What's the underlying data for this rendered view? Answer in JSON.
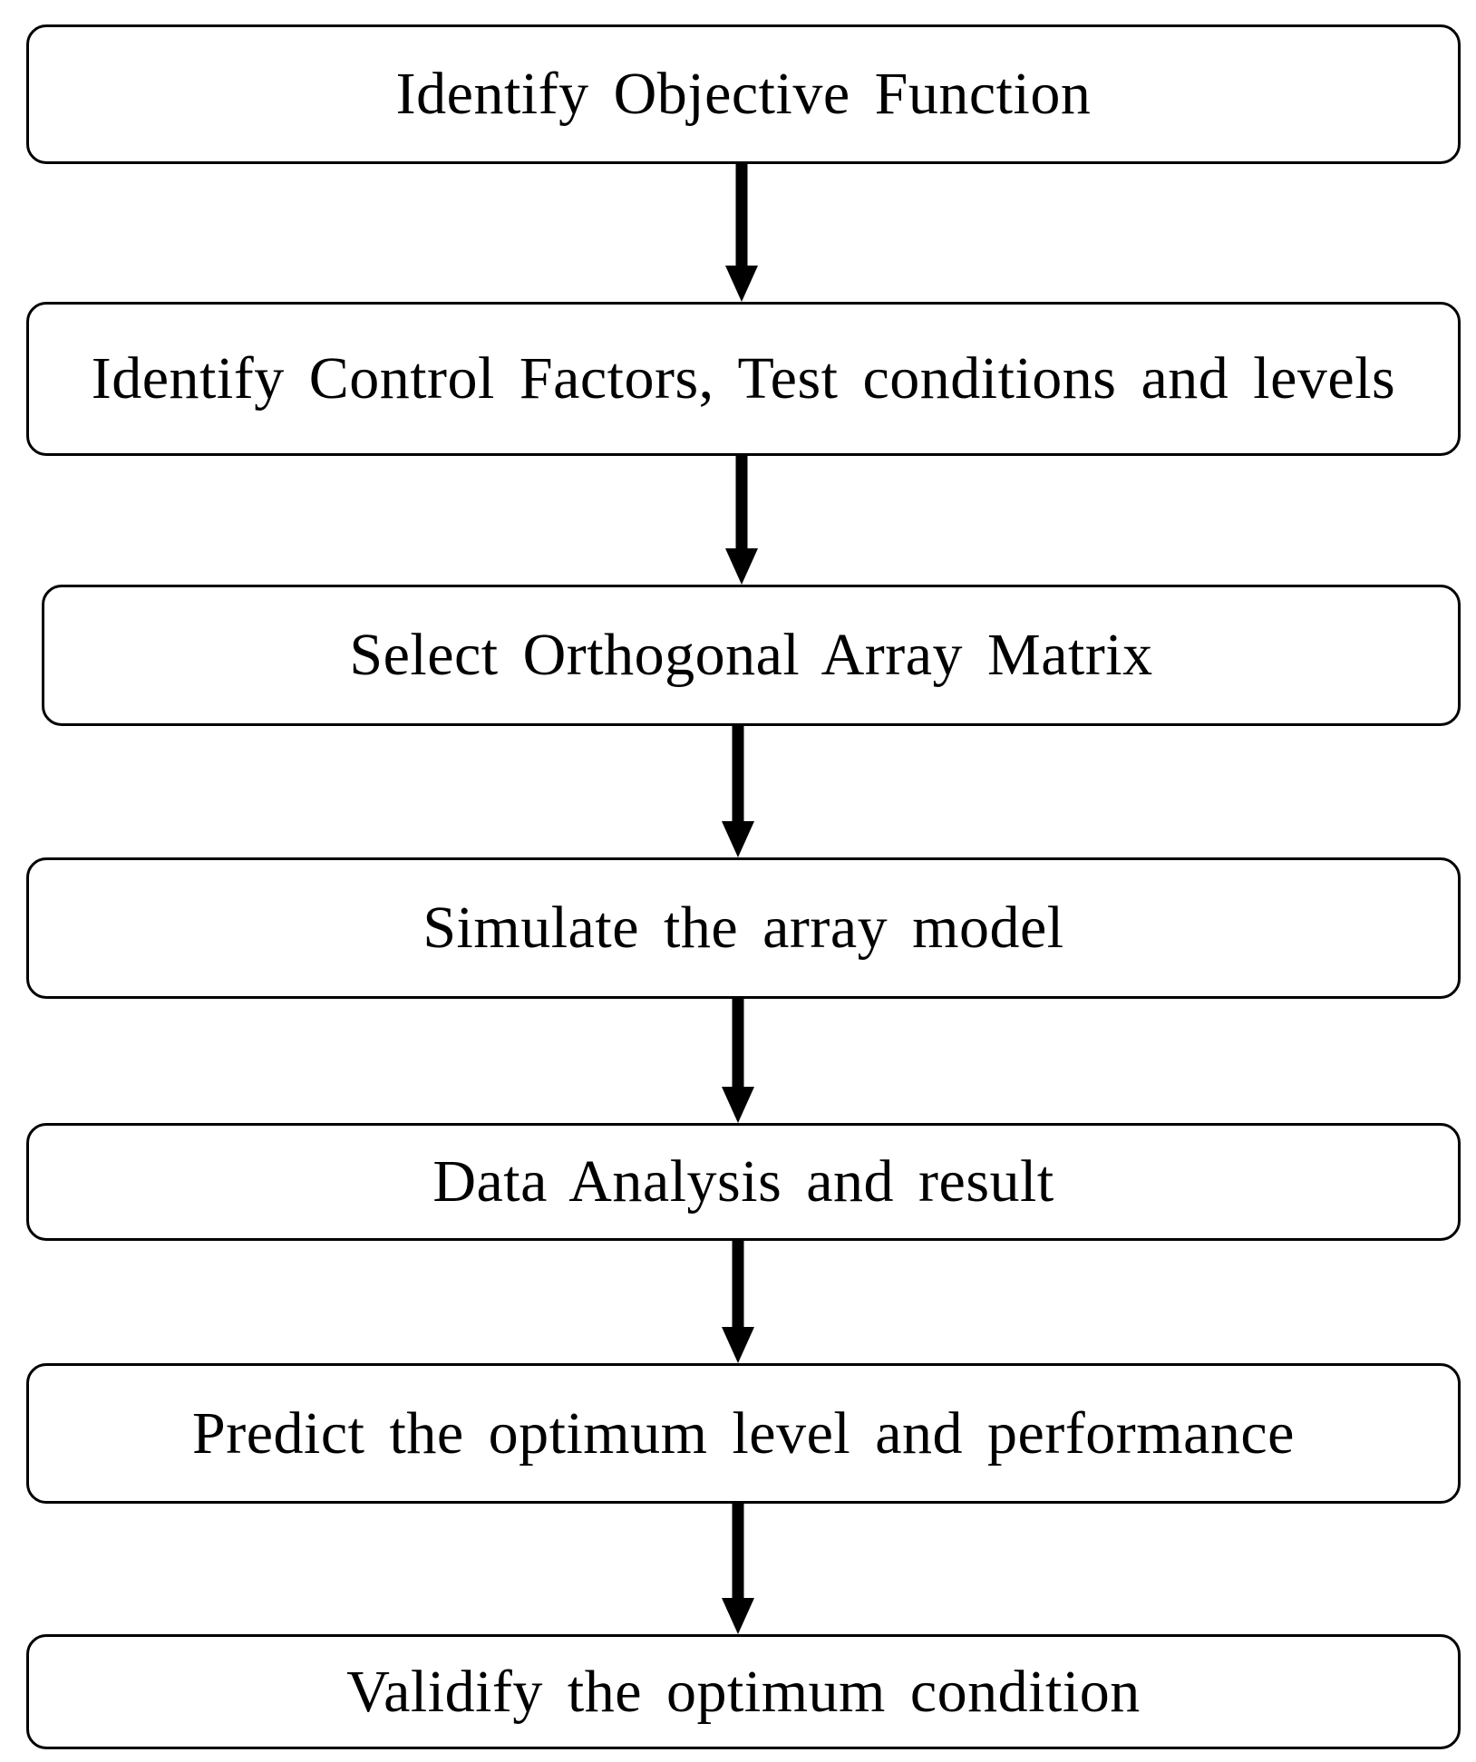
{
  "flowchart": {
    "steps": [
      {
        "label": "Identify Objective Function"
      },
      {
        "label": "Identify Control Factors, Test conditions and levels"
      },
      {
        "label": "Select Orthogonal Array Matrix"
      },
      {
        "label": "Simulate the array model"
      },
      {
        "label": "Data Analysis and result"
      },
      {
        "label": "Predict the optimum level and performance"
      },
      {
        "label": "Validify the optimum condition"
      }
    ],
    "colors": {
      "stroke": "#000000",
      "background": "#ffffff",
      "text": "#000000"
    }
  }
}
